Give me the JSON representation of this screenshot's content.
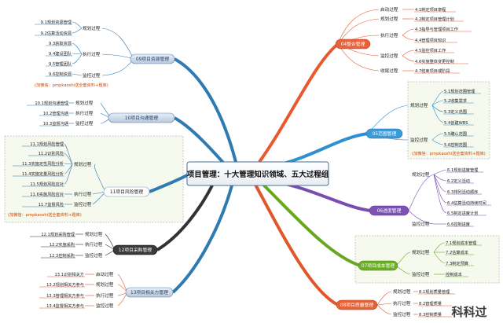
{
  "central": {
    "title": "项目管理：十大管理知识领域、五大过程组"
  },
  "watermark": "科科过",
  "colors": {
    "integration": "#e85a2d",
    "scope": "#2f8fd0",
    "schedule": "#7a4cb0",
    "cost": "#68a820",
    "quality": "#e0572b",
    "hr": "#2f7ab0",
    "communication": "#2f7ab0",
    "risk": "#2f7ab0",
    "procurement": "#333333",
    "stakeholder": "#2f7ab0"
  },
  "integration": {
    "label": "04整合管理",
    "groups": [
      {
        "process": "启动过程",
        "items": [
          "4.1制定项目章程"
        ]
      },
      {
        "process": "规划过程",
        "items": [
          "4.2制定项目管理计划"
        ]
      },
      {
        "process": "执行过程",
        "items": [
          "4.3指导与管理项目工作",
          "4.4管理项目知识"
        ]
      },
      {
        "process": "监控过程",
        "items": [
          "4.5监控项目工作",
          "4.6实施整体变更控制"
        ]
      },
      {
        "process": "收尾过程",
        "items": [
          "4.7结束项目或阶段"
        ]
      }
    ]
  },
  "scope": {
    "label": "05范围管理",
    "groups": [
      {
        "process": "规划过程",
        "items": [
          "5.1规划范围管理",
          "5.2收集需求",
          "5.3定义范围",
          "5.4创建WBS"
        ]
      },
      {
        "process": "监控过程",
        "items": [
          "5.5确认范围",
          "5.6控制范围"
        ]
      }
    ],
    "note": "(加微信：pmpkaoshi送全套资料+题库)"
  },
  "schedule": {
    "label": "06进度管理",
    "groups": [
      {
        "process": "规划过程",
        "items": [
          "6.1规划进度管理",
          "6.2定义活动",
          "6.3排列活动顺序",
          "6.4估算活动持续时间",
          "6.5制定进度计划"
        ]
      },
      {
        "process": "监控过程",
        "items": [
          "6.6控制进度"
        ]
      }
    ]
  },
  "cost": {
    "label": "07项目成本管理",
    "groups": [
      {
        "process": "规划过程",
        "items": [
          "7.1规划成本管理",
          "7.2估算成本",
          "7.3制定预算"
        ]
      },
      {
        "process": "监控过程",
        "items": [
          "控制成本"
        ]
      }
    ]
  },
  "quality": {
    "label": "08项目质量管理",
    "groups": [
      {
        "process": "规划过程",
        "items": [
          "8.1规划质量管理"
        ]
      },
      {
        "process": "执行过程",
        "items": [
          "8.2管理质量"
        ]
      },
      {
        "process": "监控过程",
        "items": [
          "8.3控制质量"
        ]
      }
    ]
  },
  "hr": {
    "label": "09项目资源管理",
    "groups": [
      {
        "process": "规划过程",
        "items": [
          "9.1规划资源管理",
          "9.2估算活动资源"
        ]
      },
      {
        "process": "执行过程",
        "items": [
          "9.3获取资源",
          "9.4建设团队",
          "9.5管理团队"
        ]
      },
      {
        "process": "监控过程",
        "items": [
          "9.6控制资源"
        ]
      }
    ],
    "note": "(加微信：pmpkaoshi送全套资料+题库)"
  },
  "communication": {
    "label": "10项目沟通管理",
    "groups": [
      {
        "process": "规划过程",
        "items": [
          "10.1规划沟通管理"
        ]
      },
      {
        "process": "执行过程",
        "items": [
          "10.2管理沟通"
        ]
      },
      {
        "process": "监控过程",
        "items": [
          "10.3监督沟通"
        ]
      }
    ]
  },
  "risk": {
    "label": "11项目风险管理",
    "groups": [
      {
        "process": "规划过程",
        "items": [
          "11.1规划风险管理",
          "11.2识别风险",
          "11.3实施定性风险分析",
          "11.4实施定量风险分析",
          "11.5规划风险应对"
        ]
      },
      {
        "process": "执行过程",
        "items": [
          "11.6实施风险应对"
        ]
      },
      {
        "process": "监控过程",
        "items": [
          "11.7监督风险"
        ]
      }
    ],
    "note": "(加微信：pmpkaoshi送全套资料+题库)"
  },
  "procurement": {
    "label": "12项目采购管理",
    "groups": [
      {
        "process": "规划过程",
        "items": [
          "12.1规划采购管理"
        ]
      },
      {
        "process": "执行过程",
        "items": [
          "12.2实施采购"
        ]
      },
      {
        "process": "监控过程",
        "items": [
          "12.3控制采购"
        ]
      }
    ]
  },
  "stakeholder": {
    "label": "13项目相关方管理",
    "groups": [
      {
        "process": "启动过程",
        "items": [
          "13.1识别相关方"
        ]
      },
      {
        "process": "规划过程",
        "items": [
          "13.2规划相关方参与"
        ]
      },
      {
        "process": "执行过程",
        "items": [
          "13.3管理相关方参与"
        ]
      },
      {
        "process": "监控过程",
        "items": [
          "13.4监督相关方参与"
        ]
      }
    ]
  }
}
